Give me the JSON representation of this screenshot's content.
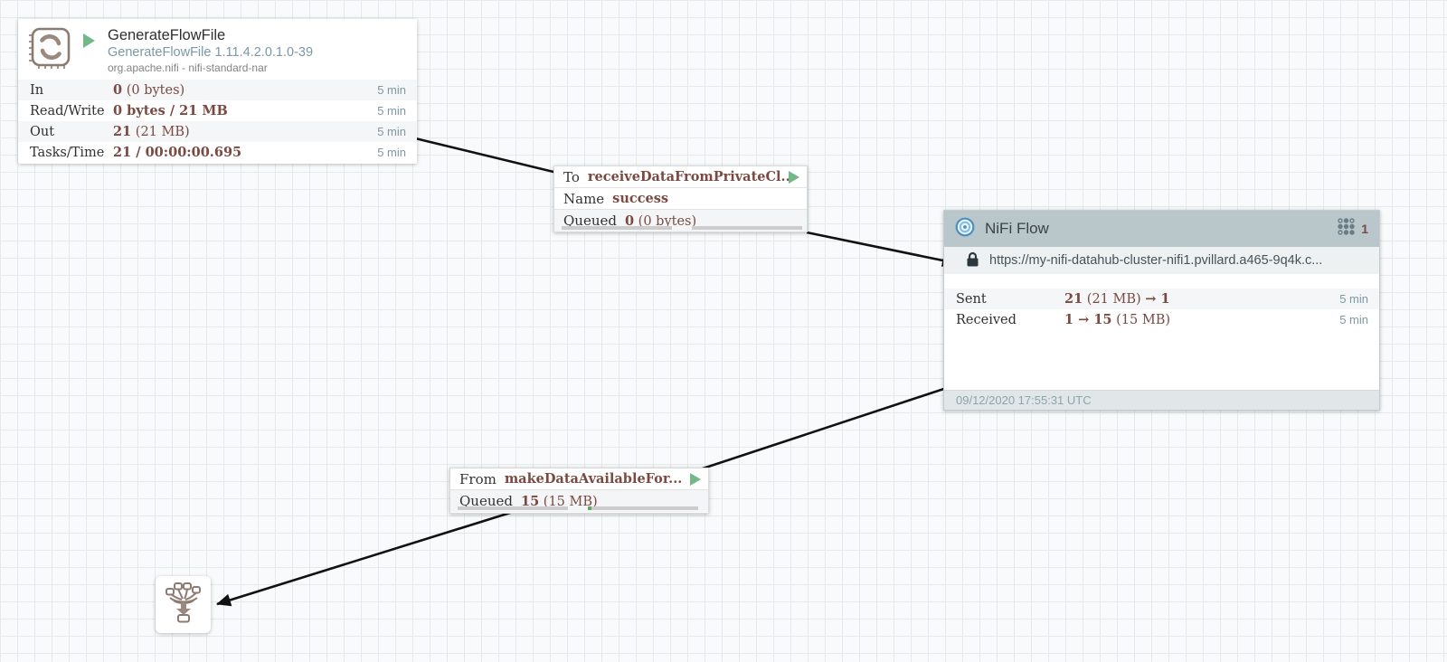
{
  "colors": {
    "value_maroon": "#7a4a42",
    "run_green": "#73b887",
    "rpg_header": "#b9c6ca",
    "icon_brown": "#8d7b73",
    "remote_blue": "#4a90c2",
    "wire_black": "#111111"
  },
  "processor": {
    "title": "GenerateFlowFile",
    "type_version": "GenerateFlowFile 1.11.4.2.0.1.0-39",
    "bundle": "org.apache.nifi - nifi-standard-nar",
    "stats": [
      {
        "label": "In",
        "bold": "0",
        "normal": " (0 bytes)",
        "window": "5 min"
      },
      {
        "label": "Read/Write",
        "bold": "0 bytes / 21 MB",
        "normal": "",
        "window": "5 min"
      },
      {
        "label": "Out",
        "bold": "21",
        "normal": " (21 MB)",
        "window": "5 min"
      },
      {
        "label": "Tasks/Time",
        "bold": "21 / 00:00:00.695",
        "normal": "",
        "window": "5 min"
      }
    ]
  },
  "connection_to": {
    "to_label": "To",
    "target": "receiveDataFromPrivateCl...",
    "name_label": "Name",
    "name_value": "success",
    "queued_label": "Queued",
    "queued_bold": "0",
    "queued_normal": " (0 bytes)"
  },
  "rpg": {
    "title": "NiFi Flow",
    "port_count": "1",
    "url": "https://my-nifi-datahub-cluster-nifi1.pvillard.a465-9q4k.c...",
    "sent_label": "Sent",
    "sent_bold1": "21",
    "sent_normal1": " (21 MB) ",
    "sent_bold2": "→ 1",
    "sent_window": "5 min",
    "received_label": "Received",
    "received_bold1": "1 → 15",
    "received_normal1": " (15 MB)",
    "received_window": "5 min",
    "timestamp": "09/12/2020 17:55:31 UTC"
  },
  "connection_from": {
    "from_label": "From",
    "source": "makeDataAvailableFor...",
    "queued_label": "Queued",
    "queued_bold": "15",
    "queued_normal": " (15 MB)"
  }
}
